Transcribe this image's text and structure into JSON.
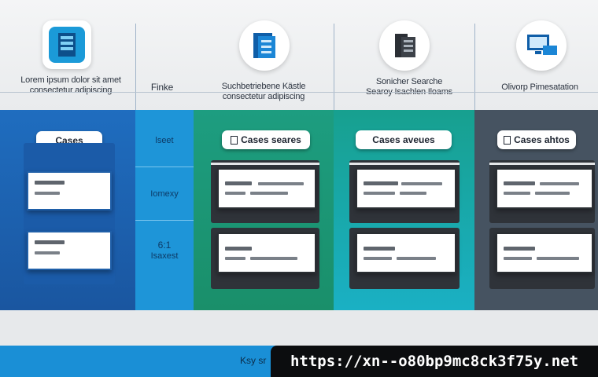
{
  "columns": [
    {
      "header": "Lorem ipsum dolor sit amet\nconsectetur adipiscing",
      "pill": "Cases",
      "icon": "server-rack-icon",
      "color": "#1f66b5"
    },
    {
      "header": "Finke",
      "pill": "",
      "icon": "",
      "color": "#1e93d6"
    },
    {
      "header": "Suchbetriebene Kästle\nconsectetur adipiscing",
      "pill": "Cases seares",
      "icon": "document-folder-icon",
      "color": "#1d9b78"
    },
    {
      "header": "Sonicher Searche\nSearoy Isachlen Iloams",
      "pill": "Cases aveues",
      "icon": "server-tower-icon",
      "color": "#1a9aa6"
    },
    {
      "header": "Olivorp Pimesatation",
      "pill": "Cases ahtos",
      "icon": "desktop-monitor-icon",
      "color": "#475462"
    }
  ],
  "mid_labels": [
    "lseet",
    "Iomexy",
    "6:1",
    "Isaxest"
  ],
  "footer": {
    "text": "Ksy sr",
    "url": "https://xn--o80bp9mc8ck3f75y.net"
  }
}
